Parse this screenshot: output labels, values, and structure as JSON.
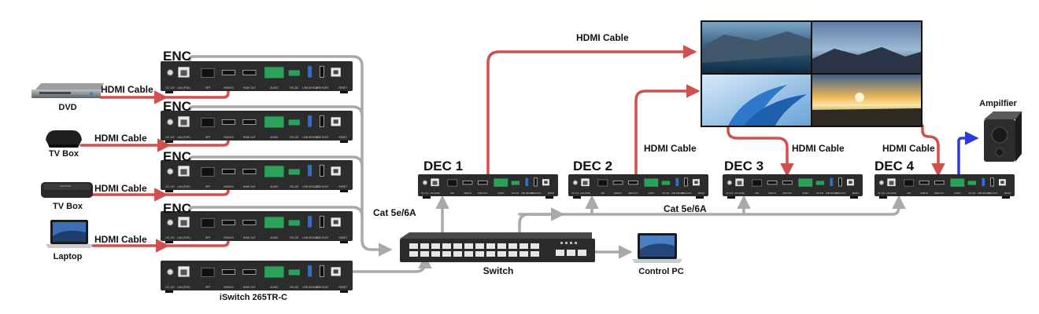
{
  "sources": [
    {
      "name": "DVD",
      "cable": "HDMI Cable"
    },
    {
      "name": "TV Box",
      "cable": "HDMI Cable"
    },
    {
      "name": "TV Box",
      "cable": "HDMI Cable"
    },
    {
      "name": "Laptop",
      "cable": "HDMI Cable"
    }
  ],
  "encoder_label": "ENC",
  "encoders": [
    {
      "label": "ENC"
    },
    {
      "label": "ENC"
    },
    {
      "label": "ENC"
    },
    {
      "label": "ENC"
    }
  ],
  "iswitch": {
    "label": "iSwitch 265TR-C"
  },
  "switch": {
    "label": "Switch"
  },
  "control_pc": {
    "label": "Control PC"
  },
  "cat_cable_left": "Cat  5e/6A",
  "cat_cable_right": "Cat  5e/6A",
  "decoders": [
    {
      "label": "DEC 1",
      "cable": "HDMI Cable"
    },
    {
      "label": "DEC 2",
      "cable": "HDMI Cable"
    },
    {
      "label": "DEC 3",
      "cable": "HDMI Cable"
    },
    {
      "label": "DEC 4",
      "cable": "HDMI Cable"
    }
  ],
  "amplifier": {
    "label": "Ampilfier"
  },
  "panel_port_labels": [
    "DC 12V",
    "LAN (POE)",
    "SFP",
    "HDMI IN",
    "HDMI OUT",
    "AUDIO",
    "RS-232",
    "USB DEVICE",
    "USB HOST",
    "RESET"
  ],
  "colors": {
    "hdmi": "#d0504f",
    "cat": "#a9a9a9",
    "audio": "#2e3ad9",
    "device": "#2c2c2c"
  }
}
